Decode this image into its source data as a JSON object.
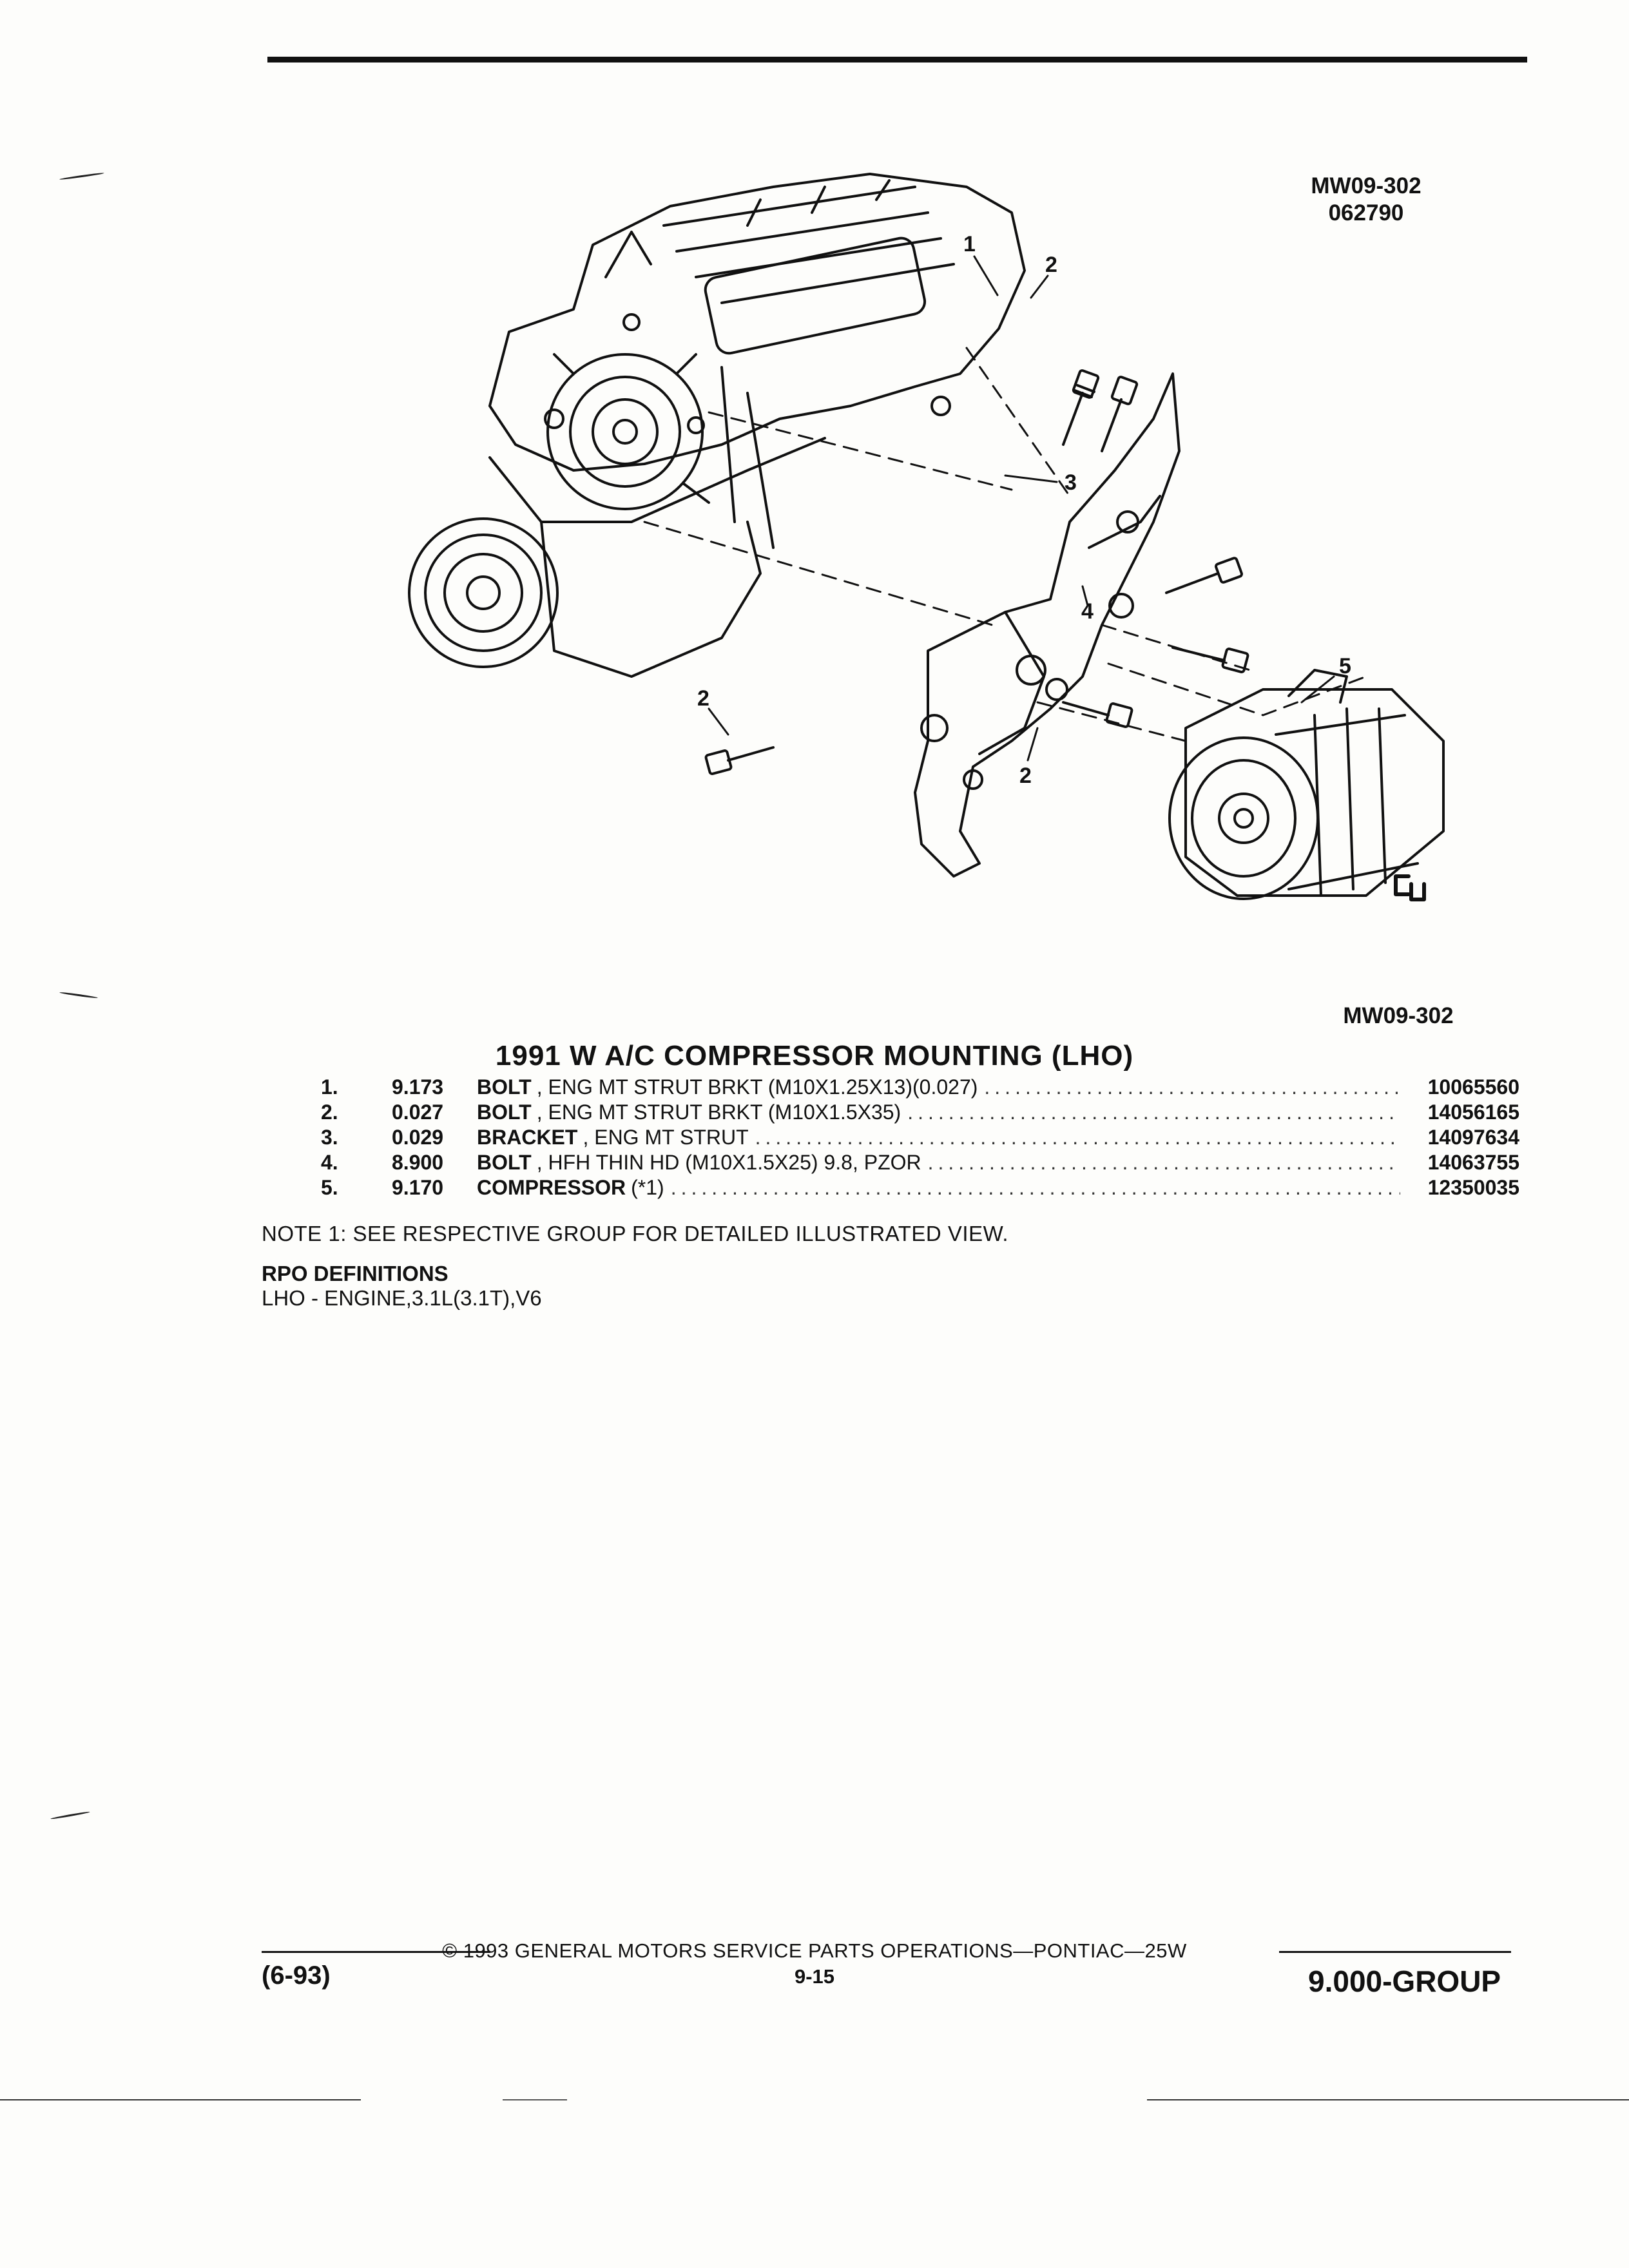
{
  "header": {
    "drawing_code": "MW09-302",
    "drawing_date": "062790",
    "drawing_code_bottom": "MW09-302"
  },
  "figure": {
    "callouts": [
      "1",
      "2",
      "3",
      "4",
      "5",
      "2",
      "2"
    ],
    "logo_mark": "GU"
  },
  "section_title": "1991 W A/C COMPRESSOR MOUNTING (LHO)",
  "parts": [
    {
      "num": "1.",
      "qty": "9.173",
      "name": "BOLT",
      "desc": ", ENG MT STRUT BRKT (M10X1.25X13)(0.027)",
      "part_no": "10065560"
    },
    {
      "num": "2.",
      "qty": "0.027",
      "name": "BOLT",
      "desc": ", ENG MT STRUT BRKT (M10X1.5X35)",
      "part_no": "14056165"
    },
    {
      "num": "3.",
      "qty": "0.029",
      "name": "BRACKET",
      "desc": ", ENG MT STRUT",
      "part_no": "14097634"
    },
    {
      "num": "4.",
      "qty": "8.900",
      "name": "BOLT",
      "desc": ", HFH THIN HD (M10X1.5X25) 9.8, PZOR",
      "part_no": "14063755"
    },
    {
      "num": "5.",
      "qty": "9.170",
      "name": "COMPRESSOR",
      "desc": " (*1)",
      "part_no": "12350035"
    }
  ],
  "note": "NOTE  1:  SEE RESPECTIVE GROUP FOR DETAILED ILLUSTRATED VIEW.",
  "rpo": {
    "heading": "RPO DEFINITIONS",
    "definition": "LHO - ENGINE,3.1L(3.1T),V6"
  },
  "footer": {
    "copyright": "©  1993  GENERAL MOTORS SERVICE PARTS OPERATIONS—PONTIAC—25W",
    "page_number": "9-15",
    "revision_date": "(6-93)",
    "group": "9.000-GROUP"
  }
}
